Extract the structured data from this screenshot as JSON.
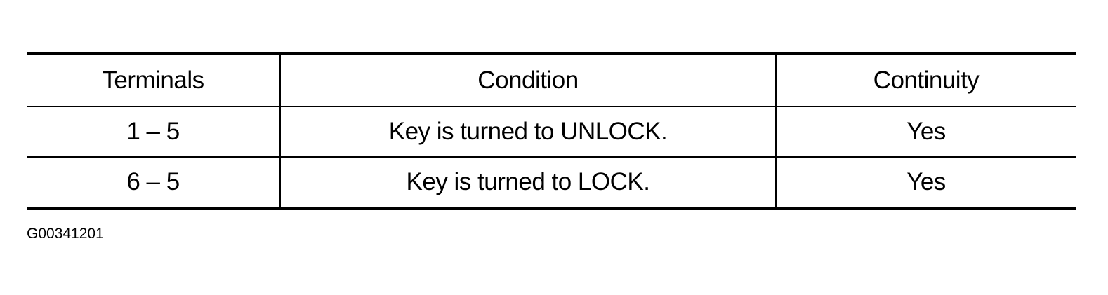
{
  "table": {
    "headers": [
      "Terminals",
      "Condition",
      "Continuity"
    ],
    "rows": [
      [
        "1 – 5",
        "Key is turned to UNLOCK.",
        "Yes"
      ],
      [
        "6 – 5",
        "Key is turned to LOCK.",
        "Yes"
      ]
    ]
  },
  "figure_id": "G00341201"
}
